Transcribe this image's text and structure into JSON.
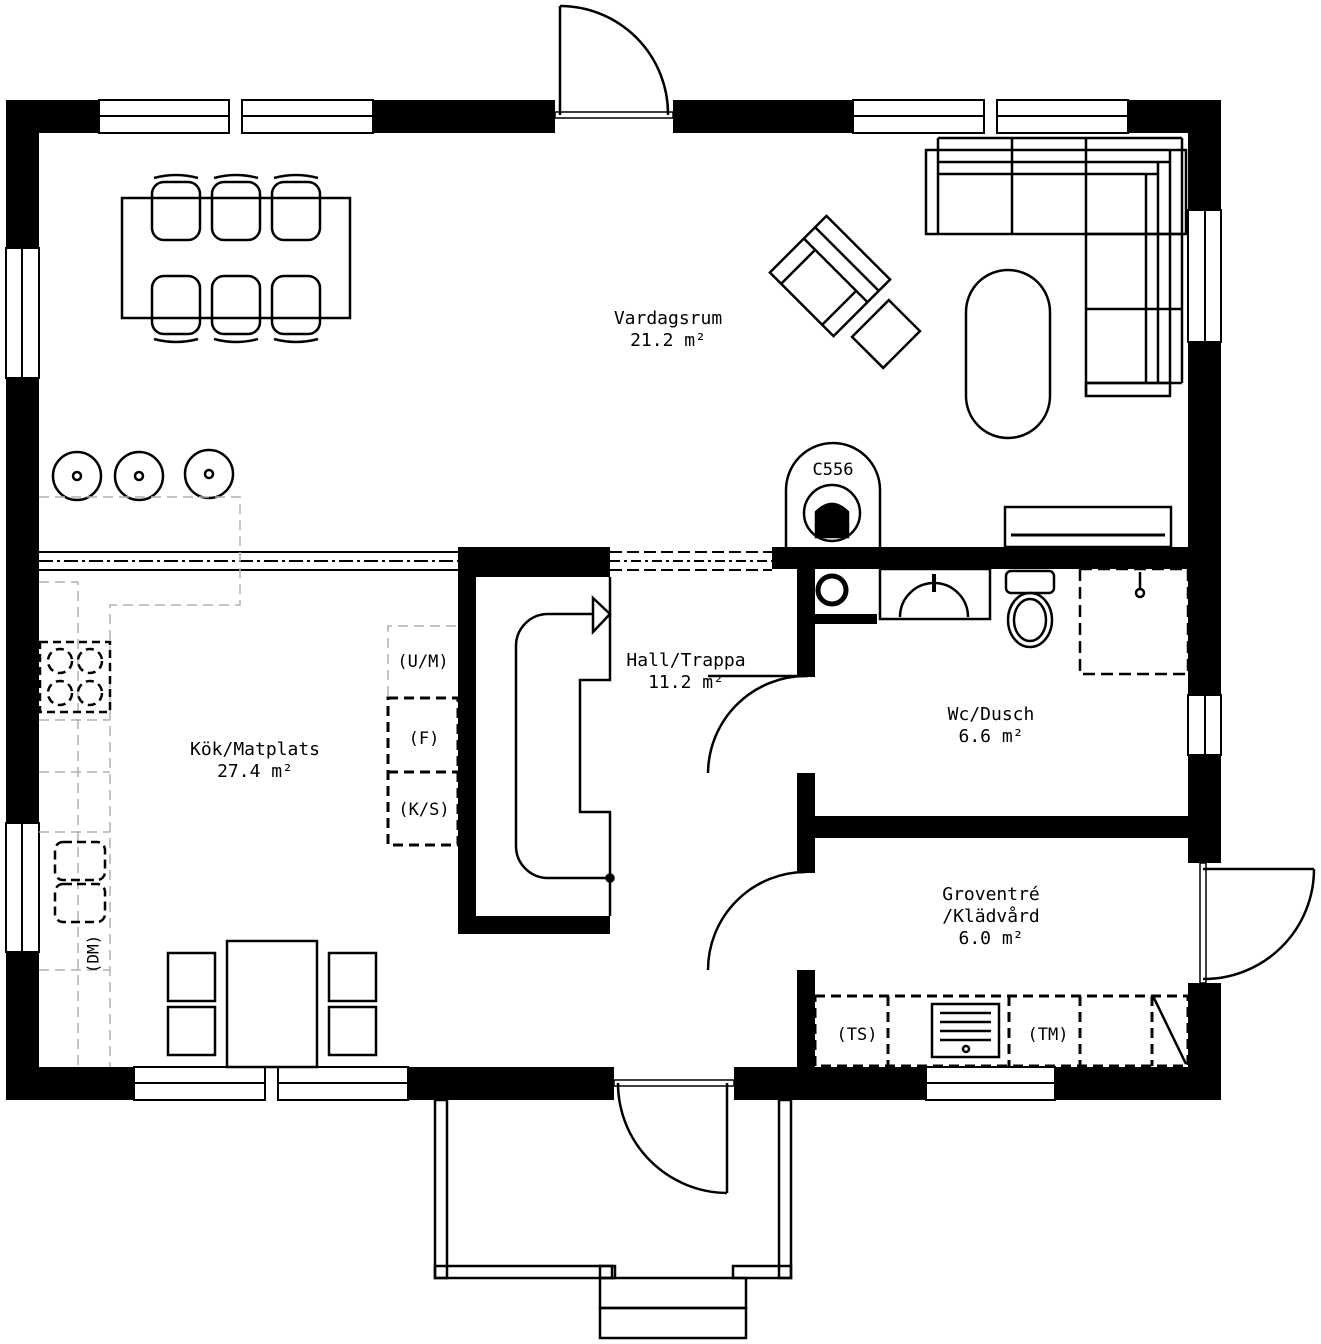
{
  "plan": {
    "rooms": [
      {
        "name": "Vardagsrum",
        "area": "21.2 m²"
      },
      {
        "name": "Kök/Matplats",
        "area": "27.4 m²"
      },
      {
        "name": "Hall/Trappa",
        "area": "11.2 m²"
      },
      {
        "name": "Wc/Dusch",
        "area": "6.6 m²"
      },
      {
        "name": "Groventré\n/Klädvård",
        "area": "6.0 m²"
      }
    ],
    "appliances": {
      "fridge_freezer": "(U/M)",
      "fridge": "(F)",
      "freezer": "(F)",
      "cooler_freezer": "(K/S)",
      "dishwasher": "(DM)",
      "dryer": "(TS)",
      "washing_machine": "(TM)"
    },
    "stove_model": "C556",
    "colors": {
      "wall": "#000000",
      "dashed": "#b0b0b0",
      "background": "#ffffff"
    }
  }
}
